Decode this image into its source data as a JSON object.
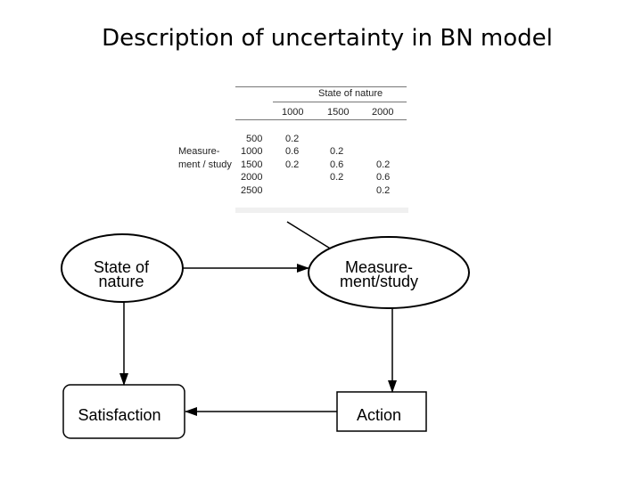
{
  "title": "Description of uncertainty in BN model",
  "cpt": {
    "column_group_header": "State of nature",
    "columns": [
      "1000",
      "1500",
      "2000"
    ],
    "row_header_line1": "Measure-",
    "row_header_line2": "ment / study",
    "rows": [
      {
        "label": "500",
        "values": [
          "0.2",
          "",
          ""
        ]
      },
      {
        "label": "1000",
        "values": [
          "0.6",
          "0.2",
          ""
        ]
      },
      {
        "label": "1500",
        "values": [
          "0.2",
          "0.6",
          "0.2"
        ]
      },
      {
        "label": "2000",
        "values": [
          "",
          "0.2",
          "0.6"
        ]
      },
      {
        "label": "2500",
        "values": [
          "",
          "",
          "0.2"
        ]
      }
    ]
  },
  "nodes": {
    "state_of_nature": {
      "line1": "State of",
      "line2": "nature"
    },
    "measurement": {
      "line1": "Measure-",
      "line2": "ment/study"
    },
    "satisfaction": {
      "label": "Satisfaction"
    },
    "action": {
      "label": "Action"
    }
  }
}
